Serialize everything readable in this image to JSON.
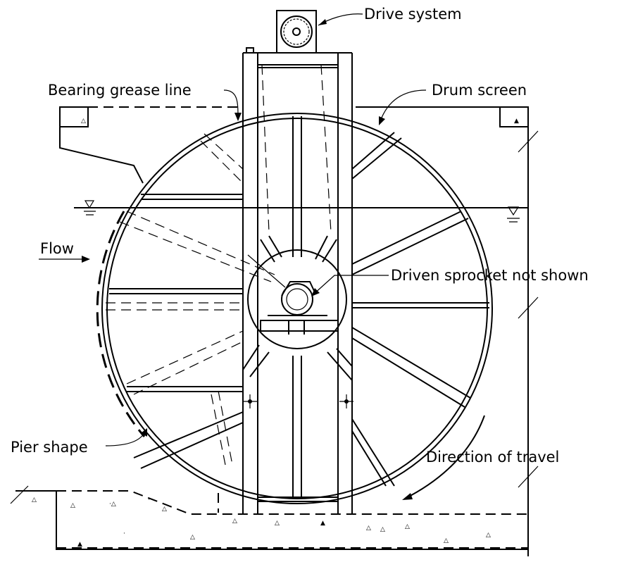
{
  "labels": {
    "drive_system": "Drive system",
    "bearing_grease_line": "Bearing grease line",
    "drum_screen": "Drum screen",
    "flow": "Flow",
    "driven_sprocket": "Driven sprocket not shown",
    "pier_shape": "Pier shape",
    "direction_of_travel": "Direction of travel"
  },
  "colors": {
    "line": "#000000",
    "background": "#ffffff"
  }
}
